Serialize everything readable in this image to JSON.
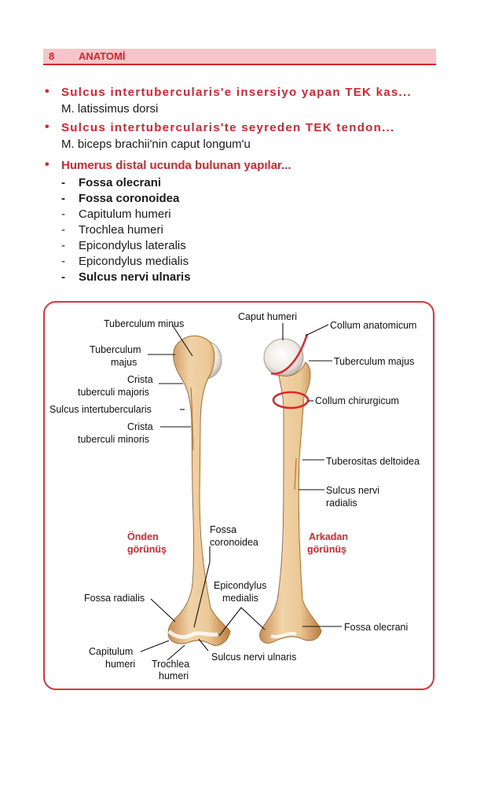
{
  "header": {
    "page_number": "8",
    "chapter": "ANATOMİ"
  },
  "questions": [
    {
      "question": "Sulcus intertubercularis'e insersiyo yapan TEK kas...",
      "answer": "M. latissimus dorsi"
    },
    {
      "question": "Sulcus intertubercularis'te seyreden TEK tendon...",
      "answer": "M. biceps brachii'nin caput longum'u"
    }
  ],
  "distal": {
    "title": "Humerus distal ucunda bulunan yapılar...",
    "items": [
      {
        "text": "Fossa olecrani",
        "bold": true
      },
      {
        "text": "Fossa coronoidea",
        "bold": true
      },
      {
        "text": "Capitulum humeri",
        "bold": false
      },
      {
        "text": "Trochlea humeri",
        "bold": false
      },
      {
        "text": "Epicondylus lateralis",
        "bold": false
      },
      {
        "text": "Epicondylus medialis",
        "bold": false
      },
      {
        "text": "Sulcus nervi ulnaris",
        "bold": true
      }
    ]
  },
  "figure": {
    "anterior_view_label": [
      "Önden",
      "görünüş"
    ],
    "posterior_view_label": [
      "Arkadan",
      "görünüş"
    ],
    "labels": {
      "tuberculum_minus": "Tuberculum minus",
      "tuberculum_majus_front": [
        "Tuberculum",
        "majus"
      ],
      "crista_majoris": [
        "Crista",
        "tuberculi majoris"
      ],
      "sulcus_intertubercularis": "Sulcus intertubercularis",
      "crista_minoris": [
        "Crista",
        "tuberculi minoris"
      ],
      "fossa_coronoidea": [
        "Fossa",
        "coronoidea"
      ],
      "fossa_radialis": "Fossa radialis",
      "capitulum_humeri": [
        "Capitulum",
        "humeri"
      ],
      "trochlea_humeri": [
        "Trochlea",
        "humeri"
      ],
      "epicondylus_medialis": [
        "Epicondylus",
        "medialis"
      ],
      "sulcus_nervi_ulnaris": "Sulcus nervi ulnaris",
      "caput_humeri": "Caput humeri",
      "collum_anatomicum": "Collum anatomicum",
      "tuberculum_majus_back": "Tuberculum majus",
      "collum_chirurgicum": "Collum chirurgicum",
      "tuberositas_deltoidea": "Tuberositas deltoidea",
      "sulcus_nervi_radialis": [
        "Sulcus nervi",
        "radialis"
      ],
      "fossa_olecrani": "Fossa olecrani"
    },
    "colors": {
      "bone": "#e9c79b",
      "bone_shade": "#c98f52",
      "accent": "#e0242d"
    }
  }
}
